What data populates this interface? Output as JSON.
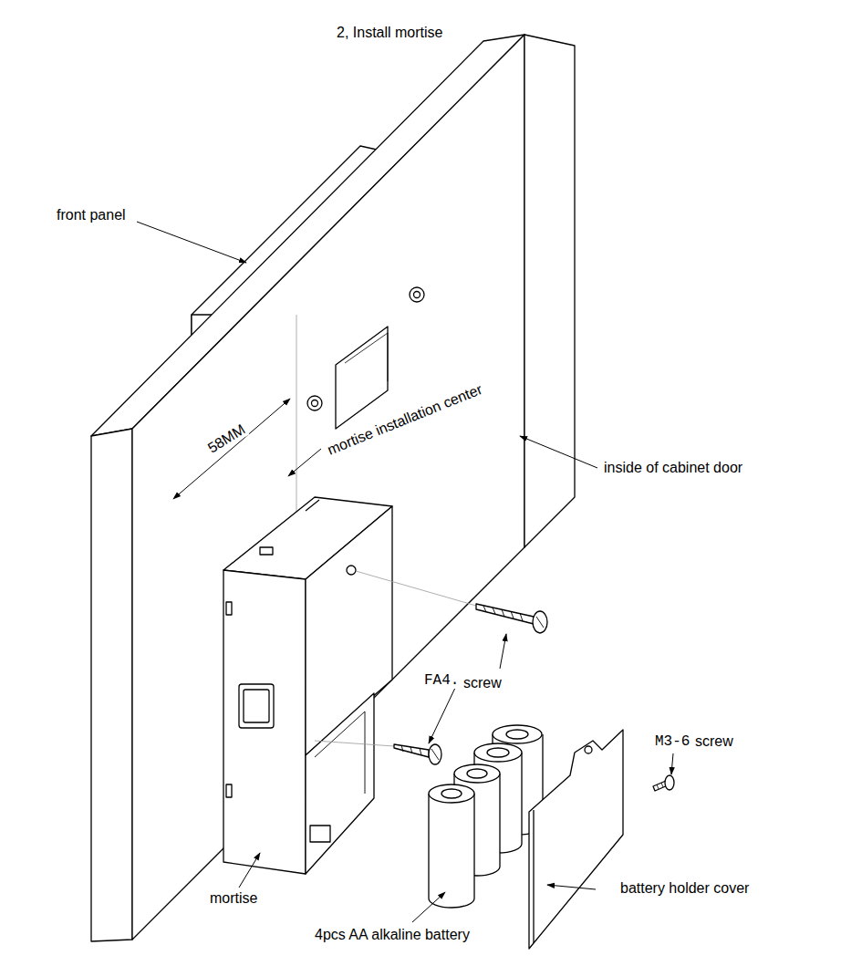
{
  "diagram": {
    "title": "2, Install mortise",
    "labels": [
      "front panel",
      "58MM",
      "mortise installation center",
      "inside of cabinet door",
      "FA4.",
      "screw",
      "M3-6",
      "screw",
      "mortise",
      "battery holder cover",
      "4pcs AA alkaline battery"
    ]
  }
}
